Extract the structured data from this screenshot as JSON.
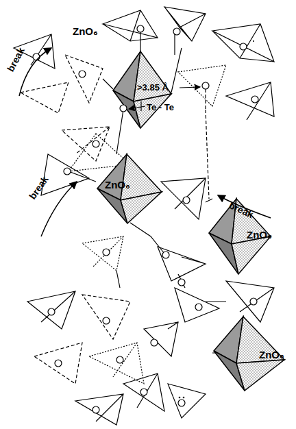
{
  "diagram": {
    "labels": [
      "ZnO₆",
      ">3.85 Å",
      "Te - Te",
      "break",
      "ZnO₆",
      "ZnO₆",
      "break",
      "break",
      "ZnO₆"
    ]
  }
}
